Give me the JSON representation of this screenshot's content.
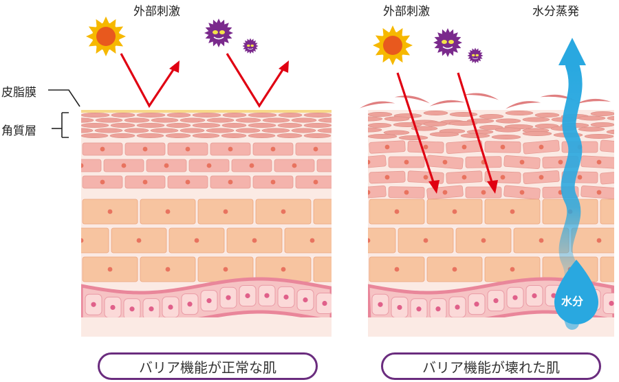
{
  "left_panel": {
    "stimulus_label": "外部刺激",
    "caption": "バリア機能が正常な肌",
    "layer_labels": {
      "sebum": "皮脂膜",
      "stratum_corneum": "角質層"
    }
  },
  "right_panel": {
    "stimulus_label": "外部刺激",
    "evaporation_label": "水分蒸発",
    "water_drop_label": "水分",
    "caption": "バリア機能が壊れた肌"
  },
  "colors": {
    "arrow": "#e00012",
    "water": "#29a8e0",
    "sebum": "#f7d98a",
    "corneum": "#eda29a",
    "upper_cells": "#f4b3ac",
    "deep_cells": "#f7c4a0",
    "basal": "#e9869a",
    "caption_border": "#6a2c7e",
    "sun": "#f39800",
    "germ": "#7a2a8c"
  },
  "icons": [
    "sun-icon",
    "germ-icon",
    "water-drop-icon",
    "up-arrow-icon"
  ]
}
